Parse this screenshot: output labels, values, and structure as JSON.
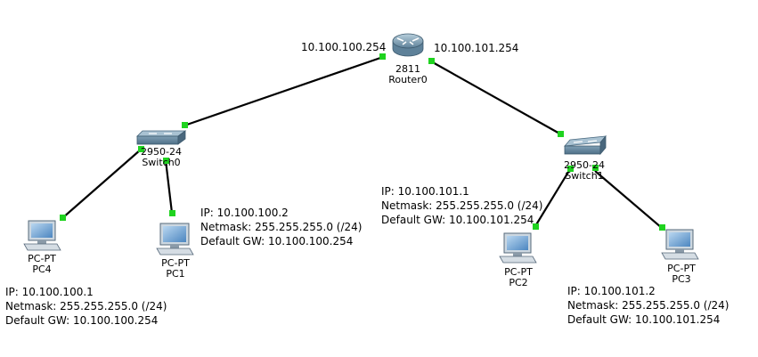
{
  "router": {
    "model": "2811",
    "name": "Router0",
    "iface_left": "10.100.100.254",
    "iface_right": "10.100.101.254"
  },
  "switches": [
    {
      "model": "2950-24",
      "name": "Switch0"
    },
    {
      "model": "2950-24",
      "name": "Switch1"
    }
  ],
  "pcs": [
    {
      "model": "PC-PT",
      "name": "PC4",
      "ip": "IP: 10.100.100.1",
      "mask": "Netmask: 255.255.255.0 (/24)",
      "gw": "Default GW: 10.100.100.254"
    },
    {
      "model": "PC-PT",
      "name": "PC1",
      "ip": "IP: 10.100.100.2",
      "mask": "Netmask: 255.255.255.0 (/24)",
      "gw": "Default GW: 10.100.100.254"
    },
    {
      "model": "PC-PT",
      "name": "PC2",
      "ip": "IP: 10.100.101.1",
      "mask": "Netmask: 255.255.255.0 (/24)",
      "gw": "Default GW: 10.100.101.254"
    },
    {
      "model": "PC-PT",
      "name": "PC3",
      "ip": "IP: 10.100.101.2",
      "mask": "Netmask: 255.255.255.0 (/24)",
      "gw": "Default GW: 10.100.101.254"
    }
  ],
  "colors": {
    "link": "#000000",
    "port_up": "#1fd31f",
    "device_body": "#7a9bb0",
    "device_top": "#a9c2d2"
  }
}
